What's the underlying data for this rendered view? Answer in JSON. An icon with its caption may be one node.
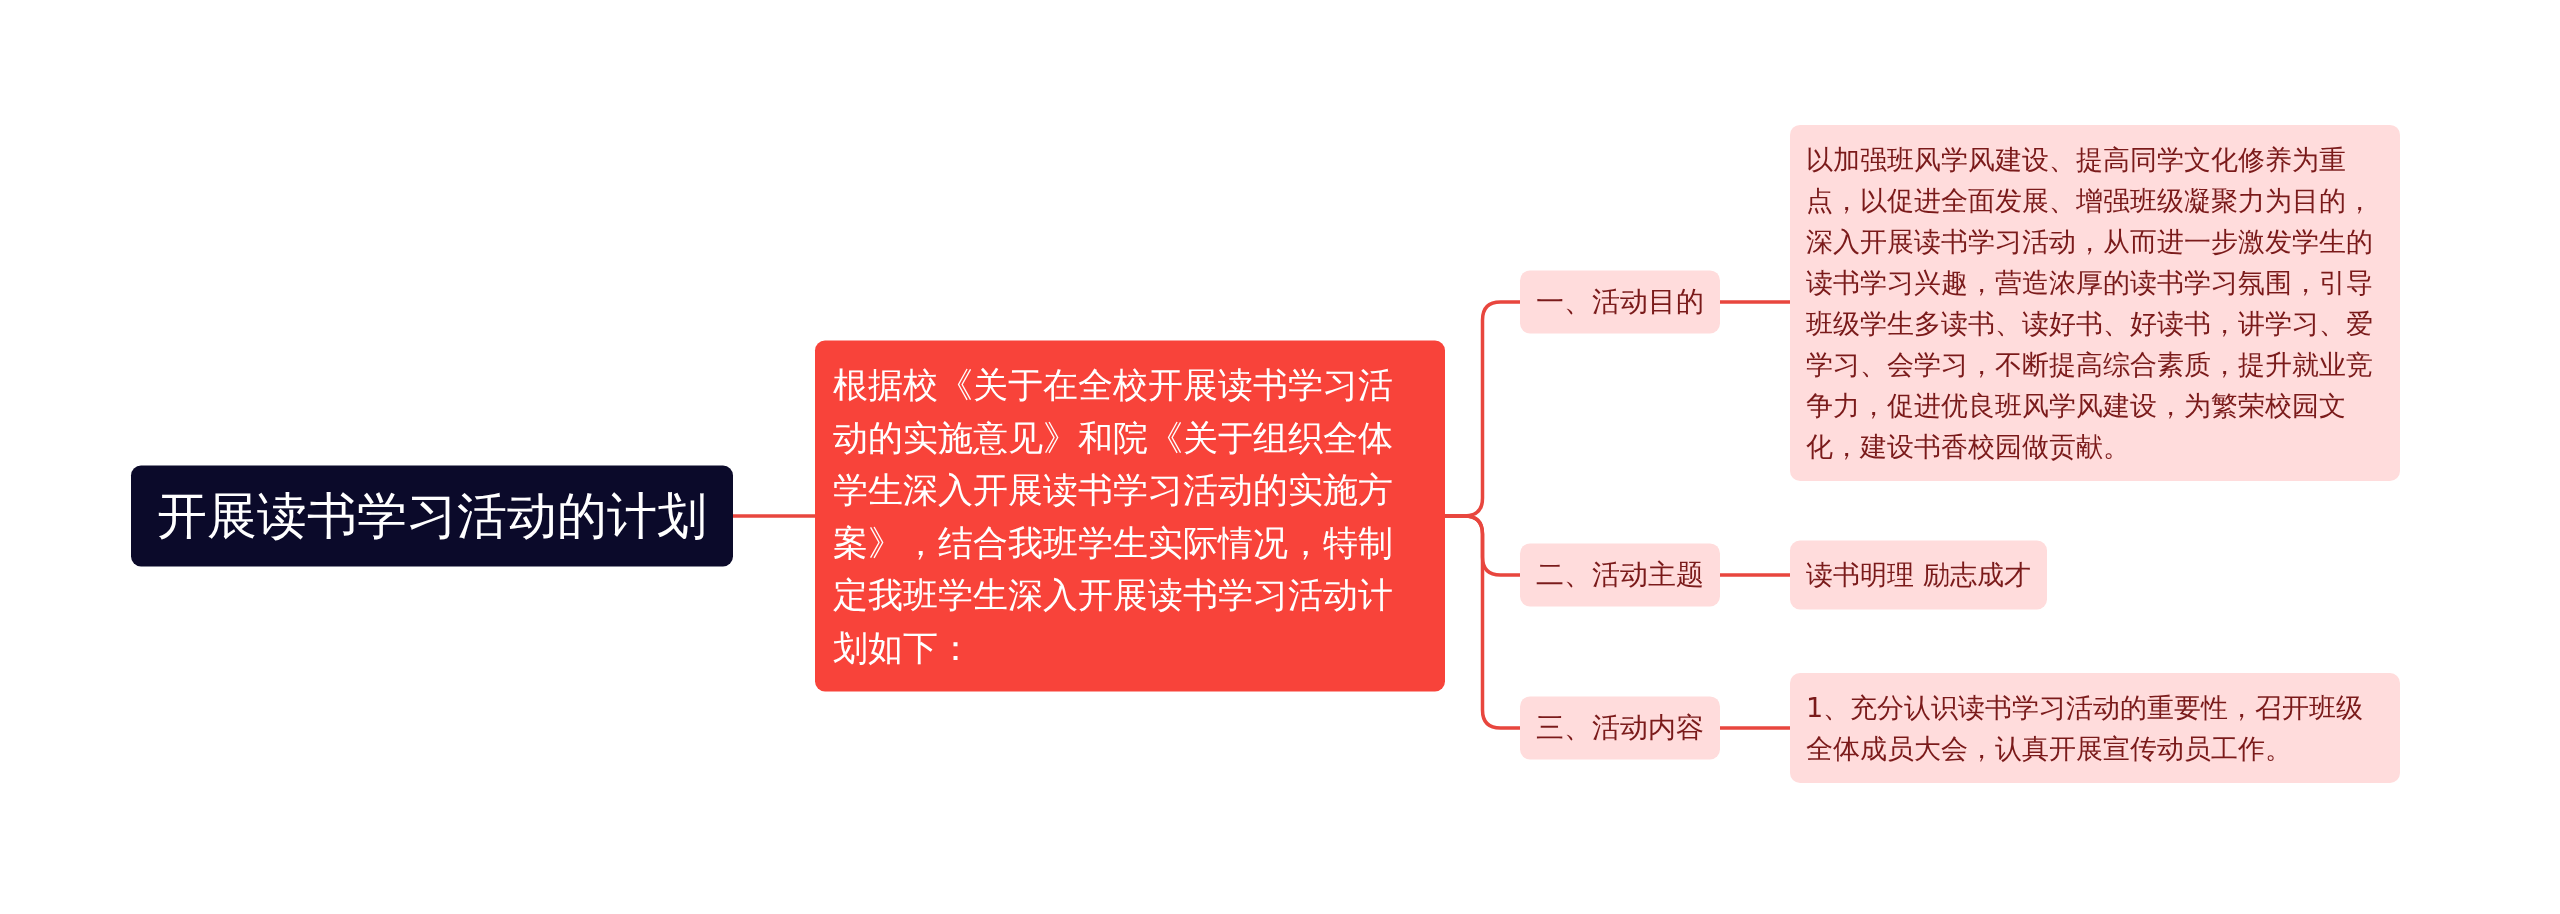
{
  "diagram": {
    "nodes": [
      {
        "text": [
          "开展读书学习活动的计划"
        ]
      },
      {
        "text": [
          "根据校《关于在全校开展读书学习活动的实施意见》和院《关于组织全体学生深入开展读书学习活动的实施方案》，结合我班学生实际情况，特制定我班学生深入开展读书学习活动计划如下："
        ]
      },
      {
        "text": [
          "一、活动目的"
        ]
      },
      {
        "text": [
          "以加强班风学风建设、提高同学文化修养为重点，以促进全面发展、增强班级凝聚力为目的，深入开展读书学习活动，从而进一步激发学生的读书学习兴趣，营造浓厚的读书学习氛围，引导班级学生多读书、读好书、好读书，讲学习、爱学习、会学习，不断提高综合素质，提升就业竞争力，促进优良班风学风建设，为繁荣校园文化，建设书香校园做贡献。"
        ]
      },
      {
        "text": [
          "二、活动主题"
        ]
      },
      {
        "text": [
          "读书明理 励志成才"
        ]
      },
      {
        "text": [
          "三、活动内容"
        ]
      },
      {
        "text": [
          "1、充分认识读书学习活动的重要性，召开班级全体成员大会，认真开展宣传动员工作。"
        ]
      }
    ],
    "edges": [
      {
        "from": 0,
        "to": 1,
        "arrow": "none"
      },
      {
        "from": 1,
        "to": 2,
        "arrow": "none"
      },
      {
        "from": 1,
        "to": 4,
        "arrow": "none"
      },
      {
        "from": 1,
        "to": 6,
        "arrow": "none"
      },
      {
        "from": 2,
        "to": 3,
        "arrow": "none"
      },
      {
        "from": 4,
        "to": 5,
        "arrow": "none"
      },
      {
        "from": 6,
        "to": 7,
        "arrow": "none"
      }
    ]
  }
}
